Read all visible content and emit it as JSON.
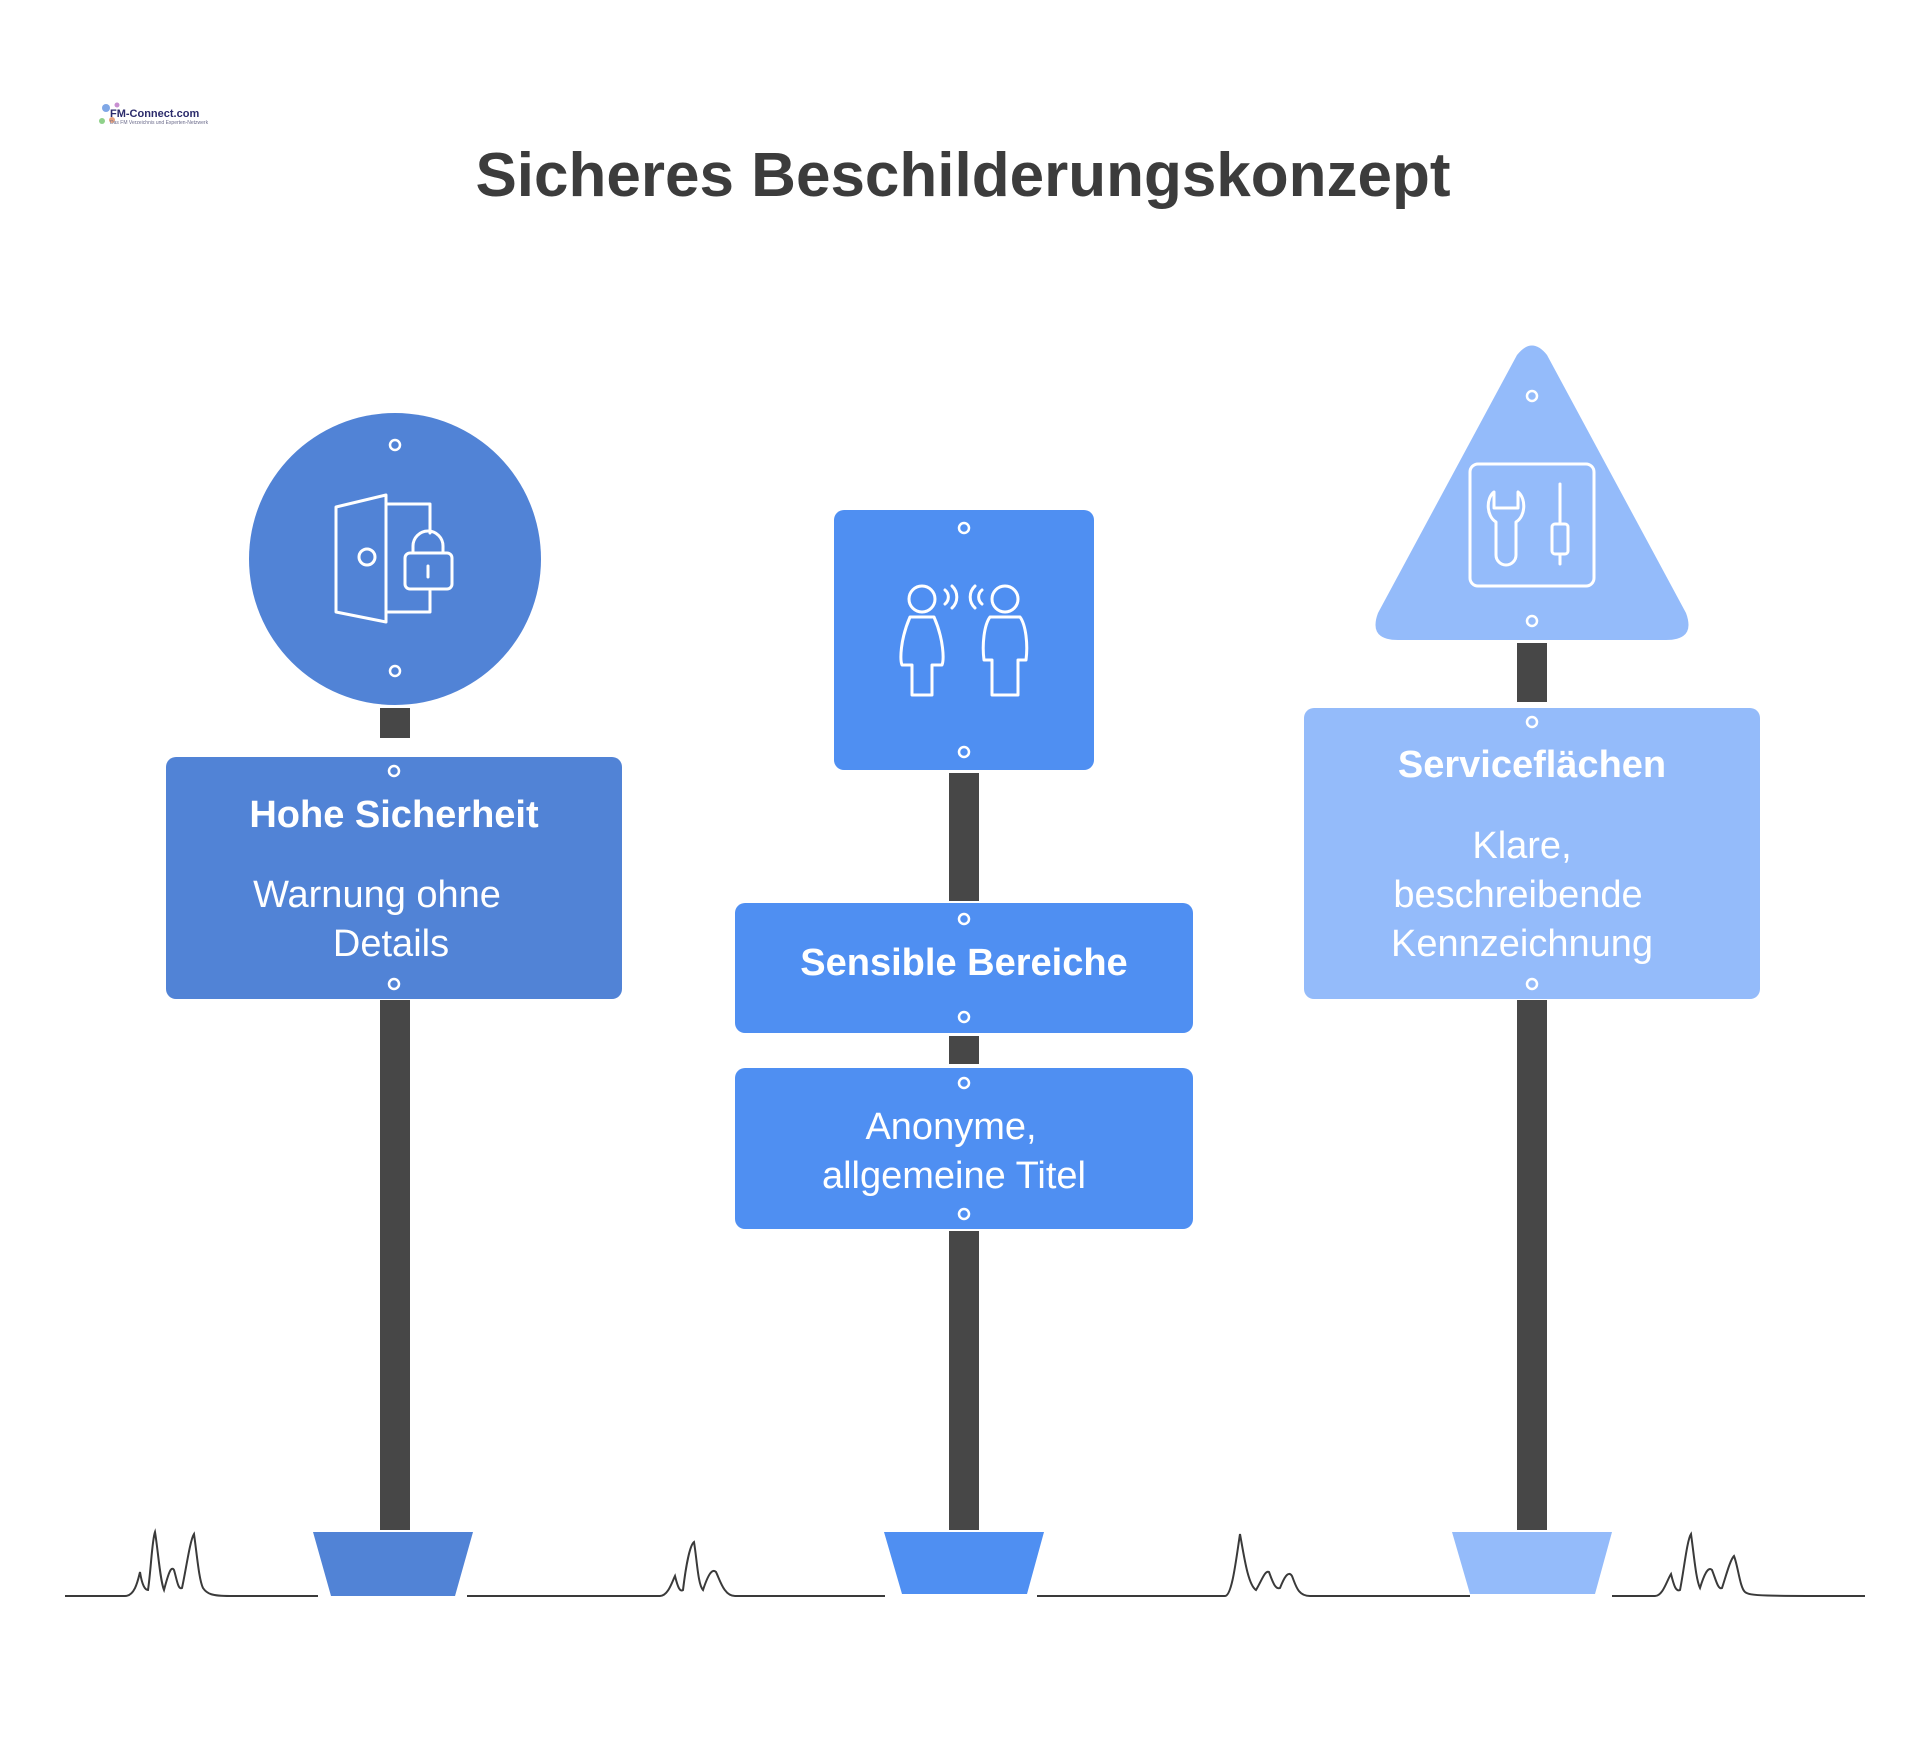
{
  "title": "Sicheres Beschilderungskonzept",
  "logo": {
    "name": "FM-Connect.com",
    "tagline": "Das FM Verzeichnis und Experten-Netzwerk"
  },
  "colors": {
    "sign_1": "#5183d6",
    "sign_2": "#4f8ff2",
    "sign_3": "#94bbfa",
    "post": "#474747",
    "title": "#3c3c3c"
  },
  "signs": [
    {
      "icon": "door-lock-icon",
      "shape": "circle",
      "heading": "Hohe Sicherheit",
      "text_lines": [
        "Warnung ohne",
        "Details"
      ]
    },
    {
      "icon": "people-talking-icon",
      "shape": "square",
      "heading": "Sensible Bereiche",
      "text_lines": [
        "Anonyme,",
        "allgemeine Titel"
      ]
    },
    {
      "icon": "tools-icon",
      "shape": "triangle",
      "heading": "Serviceflächen",
      "text_lines": [
        "Klare,",
        "beschreibende",
        "Kennzeichnung"
      ]
    }
  ]
}
